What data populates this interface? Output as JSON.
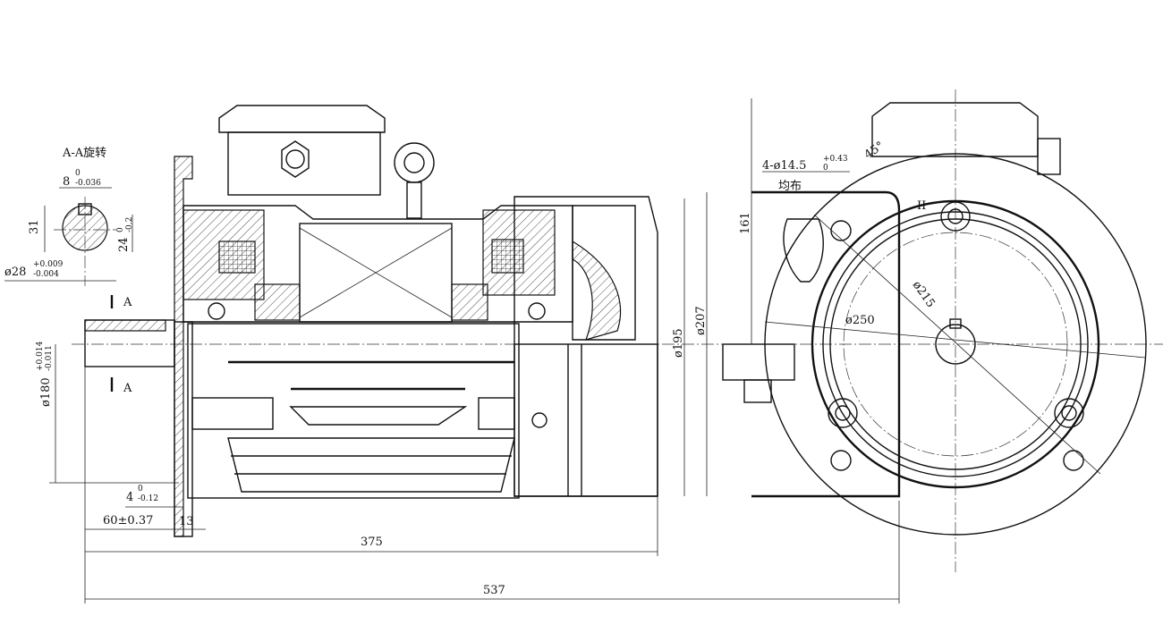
{
  "section": {
    "title": "A-A旋转",
    "key_width": {
      "value": "8",
      "upper": "0",
      "lower": "-0.036"
    },
    "height_31": "31",
    "key_depth": {
      "value": "24",
      "upper": "0",
      "lower": "-0.2"
    },
    "shaft_dia": {
      "value": "ø28",
      "upper": "+0.009",
      "lower": "-0.004"
    }
  },
  "side_view": {
    "section_mark": "A",
    "section_mark_2": "A",
    "spigot_dia": {
      "value": "ø180",
      "upper": "+0.014",
      "lower": "-0.011"
    },
    "spigot_depth": {
      "value": "4",
      "upper": "0",
      "lower": "-0.12"
    },
    "shaft_length": "60±0.37",
    "flange_thickness": "13",
    "length_375": "375",
    "length_537": "537",
    "dia_195": "ø195",
    "dia_207": "ø207",
    "height_161": "161"
  },
  "end_view": {
    "holes": {
      "value": "4-ø14.5",
      "upper": "+0.43",
      "lower": "0"
    },
    "holes_note": "均布",
    "angle": "45°",
    "detail_mark": "II",
    "pcd": "ø215",
    "flange_dia": "ø250"
  }
}
